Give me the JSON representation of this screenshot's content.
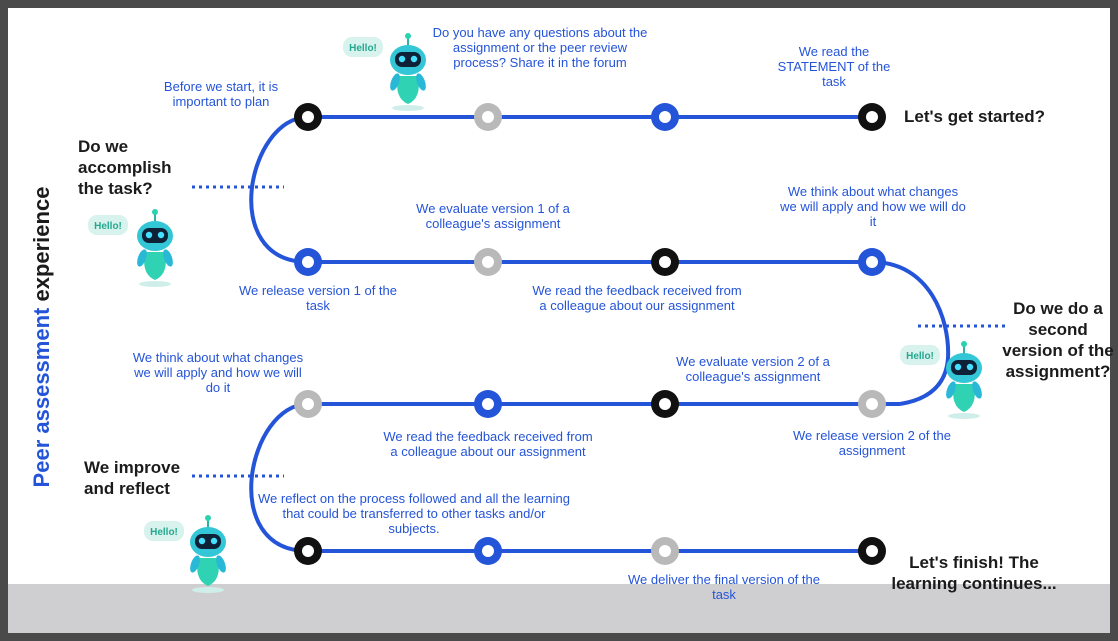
{
  "title": {
    "accent": "Peer assessment",
    "rest": " experience"
  },
  "hello": "Hello!",
  "labels": {
    "before_start": "Before we start, it is important to plan",
    "questions_forum": "Do you have any questions about the assignment or the peer review process? Share it in the forum",
    "read_statement": "We read the STATEMENT of the task",
    "lets_get_started": "Let's get started?",
    "accomplish_task": "Do we accomplish the task?",
    "evaluate_v1": "We evaluate version 1 of a colleague's assignment",
    "think_changes_1": "We think about what changes we will apply and how we will do it",
    "release_v1": "We release version 1 of the task",
    "feedback_1": "We read the feedback received from a colleague about our assignment",
    "second_version": "Do we do a second version of the assignment?",
    "think_changes_2": "We think about what changes we will apply and how we will do it",
    "evaluate_v2": "We evaluate version 2 of a colleague's assignment",
    "feedback_2": "We read the feedback received from a colleague about our assignment",
    "release_v2": "We release version 2 of the assignment",
    "improve_reflect": "We improve and reflect",
    "reflect_process": "We reflect on the process followed and all the learning that could be transferred to other tasks and/or subjects.",
    "deliver_final": "We deliver the final version of the task",
    "lets_finish": "Let's finish! The learning continues..."
  },
  "colors": {
    "blue": "#2454d8",
    "black": "#111111",
    "gray": "#b9b9b9",
    "dark": "#1b1b1b",
    "bottom_band": "#cfcfd1",
    "frame": "#4a4a4a"
  }
}
